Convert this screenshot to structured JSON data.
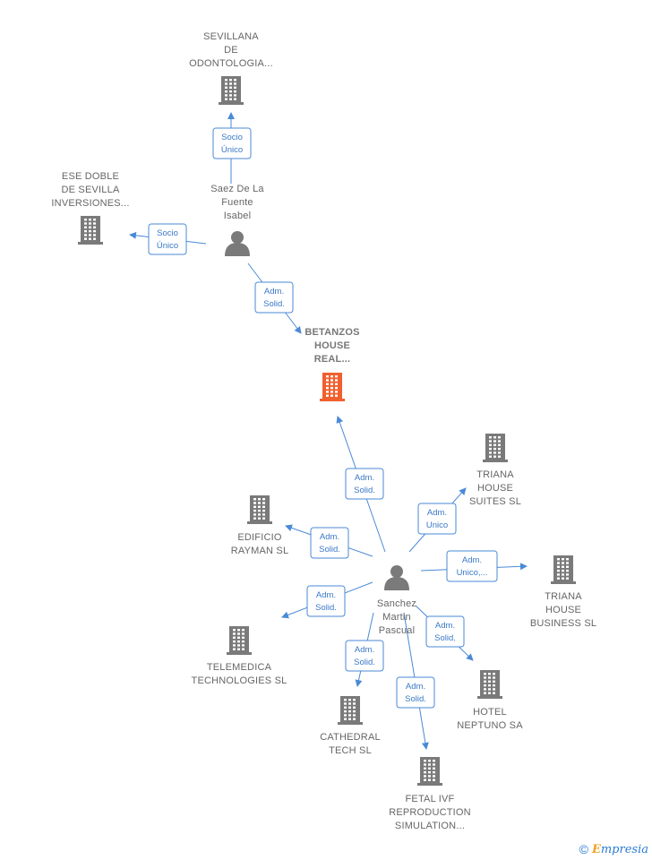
{
  "colors": {
    "building": "#7a7a7a",
    "building_main": "#f0602e",
    "person": "#7a7a7a",
    "edge": "#4a8ad6"
  },
  "nodes": [
    {
      "id": "sevillana",
      "type": "company",
      "label": [
        "SEVILLANA",
        "DE",
        "ODONTOLOGIA..."
      ]
    },
    {
      "id": "ese_doble",
      "type": "company",
      "label": [
        "ESE DOBLE",
        "DE SEVILLA",
        "INVERSIONES..."
      ]
    },
    {
      "id": "saez",
      "type": "person",
      "label": [
        "Saez De La",
        "Fuente",
        "Isabel"
      ]
    },
    {
      "id": "betanzos",
      "type": "company",
      "main": true,
      "label": [
        "BETANZOS",
        "HOUSE",
        "REAL..."
      ]
    },
    {
      "id": "triana_suites",
      "type": "company",
      "label": [
        "TRIANA",
        "HOUSE",
        "SUITES  SL"
      ]
    },
    {
      "id": "edificio",
      "type": "company",
      "label": [
        "EDIFICIO",
        "RAYMAN SL"
      ]
    },
    {
      "id": "sanchez",
      "type": "person",
      "label": [
        "Sanchez",
        "Martin",
        "Pascual"
      ]
    },
    {
      "id": "triana_business",
      "type": "company",
      "label": [
        "TRIANA",
        "HOUSE",
        "BUSINESS  SL"
      ]
    },
    {
      "id": "telemedica",
      "type": "company",
      "label": [
        "TELEMEDICA",
        "TECHNOLOGIES SL"
      ]
    },
    {
      "id": "hotel",
      "type": "company",
      "label": [
        "HOTEL",
        "NEPTUNO SA"
      ]
    },
    {
      "id": "cathedral",
      "type": "company",
      "label": [
        "CATHEDRAL",
        "TECH  SL"
      ]
    },
    {
      "id": "fetal",
      "type": "company",
      "label": [
        "FETAL IVF",
        "REPRODUCTION",
        "SIMULATION..."
      ]
    }
  ],
  "edges": [
    {
      "from": "saez",
      "to": "sevillana",
      "label": [
        "Socio",
        "Único"
      ]
    },
    {
      "from": "saez",
      "to": "ese_doble",
      "label": [
        "Socio",
        "Único"
      ]
    },
    {
      "from": "saez",
      "to": "betanzos",
      "label": [
        "Adm.",
        "Solid."
      ]
    },
    {
      "from": "sanchez",
      "to": "betanzos",
      "label": [
        "Adm.",
        "Solid."
      ]
    },
    {
      "from": "sanchez",
      "to": "edificio",
      "label": [
        "Adm.",
        "Solid."
      ]
    },
    {
      "from": "sanchez",
      "to": "triana_suites",
      "label": [
        "Adm.",
        "Unico"
      ]
    },
    {
      "from": "sanchez",
      "to": "triana_business",
      "label": [
        "Adm.",
        "Unico,..."
      ]
    },
    {
      "from": "sanchez",
      "to": "telemedica",
      "label": [
        "Adm.",
        "Solid."
      ]
    },
    {
      "from": "sanchez",
      "to": "hotel",
      "label": [
        "Adm.",
        "Solid."
      ]
    },
    {
      "from": "sanchez",
      "to": "cathedral",
      "label": [
        "Adm.",
        "Solid."
      ]
    },
    {
      "from": "sanchez",
      "to": "fetal",
      "label": [
        "Adm.",
        "Solid."
      ]
    }
  ],
  "footer": {
    "copyright": "©",
    "brand_initial": "E",
    "brand_rest": "mpresia"
  }
}
